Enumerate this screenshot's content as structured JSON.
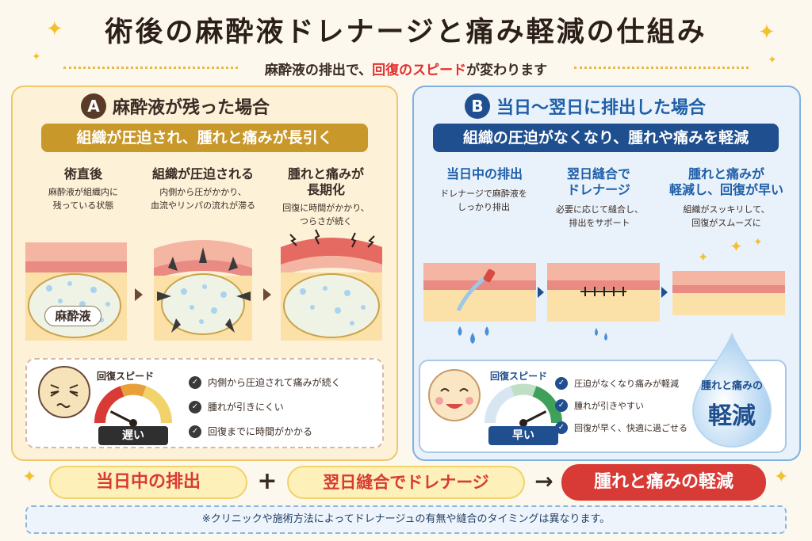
{
  "title": "術後の麻酔液ドレナージと痛み軽減の仕組み",
  "subtitle": {
    "pre": "麻酔液の排出で、",
    "highlight": "回復のスピード",
    "post": "が変わります"
  },
  "panel_a": {
    "badge": "A",
    "heading": "麻酔液が残った場合",
    "banner": "組織が圧迫され、腫れと痛みが長引く",
    "steps": [
      {
        "title": "術直後",
        "desc_lines": [
          "麻酔液が組織内に",
          "残っている状態"
        ]
      },
      {
        "title": "組織が圧迫される",
        "desc_lines": [
          "内側から圧がかかり、",
          "血流やリンパの流れが滞る"
        ]
      },
      {
        "title_lines": [
          "腫れと痛みが",
          "長期化"
        ],
        "desc_lines": [
          "回復に時間がかかり、",
          "つらさが続く"
        ]
      }
    ],
    "fluid_label": "麻酔液",
    "speed_label": "回復スピード",
    "speed_value": "遅い",
    "speed_level": 0.15,
    "checks": [
      "内側から圧迫されて痛みが続く",
      "腫れが引きにくい",
      "回復までに時間がかかる"
    ]
  },
  "panel_b": {
    "badge": "B",
    "heading": "当日〜翌日に排出した場合",
    "banner": "組織の圧迫がなくなり、腫れや痛みを軽減",
    "steps": [
      {
        "title": "当日中の排出",
        "desc_lines": [
          "ドレナージで麻酔液を",
          "しっかり排出"
        ]
      },
      {
        "title_lines": [
          "翌日縫合で",
          "ドレナージ"
        ],
        "desc_lines": [
          "必要に応じて縫合し、",
          "排出をサポート"
        ]
      },
      {
        "title_lines": [
          "腫れと痛みが",
          "軽減し、回復が早い"
        ],
        "desc_lines": [
          "組織がスッキリして、",
          "回復がスムーズに"
        ]
      }
    ],
    "speed_label": "回復スピード",
    "speed_value": "早い",
    "speed_level": 0.85,
    "checks": [
      "圧迫がなくなり痛みが軽減",
      "腫れが引きやすい",
      "回復が早く、快適に過ごせる"
    ],
    "drop_small": "腫れと痛みの",
    "drop_big": "軽減"
  },
  "formula": {
    "part1": "当日中の排出",
    "op1": "+",
    "part2": "翌日縫合でドレナージ",
    "op2": "→",
    "result": "腫れと痛みの軽減"
  },
  "note": "※クリニックや施術方法によってドレナージュの有無や縫合のタイミングは異なります。",
  "colors": {
    "gold": "#c9982a",
    "navy": "#1f4f8f",
    "red": "#d83a36",
    "yellow_pill": "#fdf0b8"
  }
}
